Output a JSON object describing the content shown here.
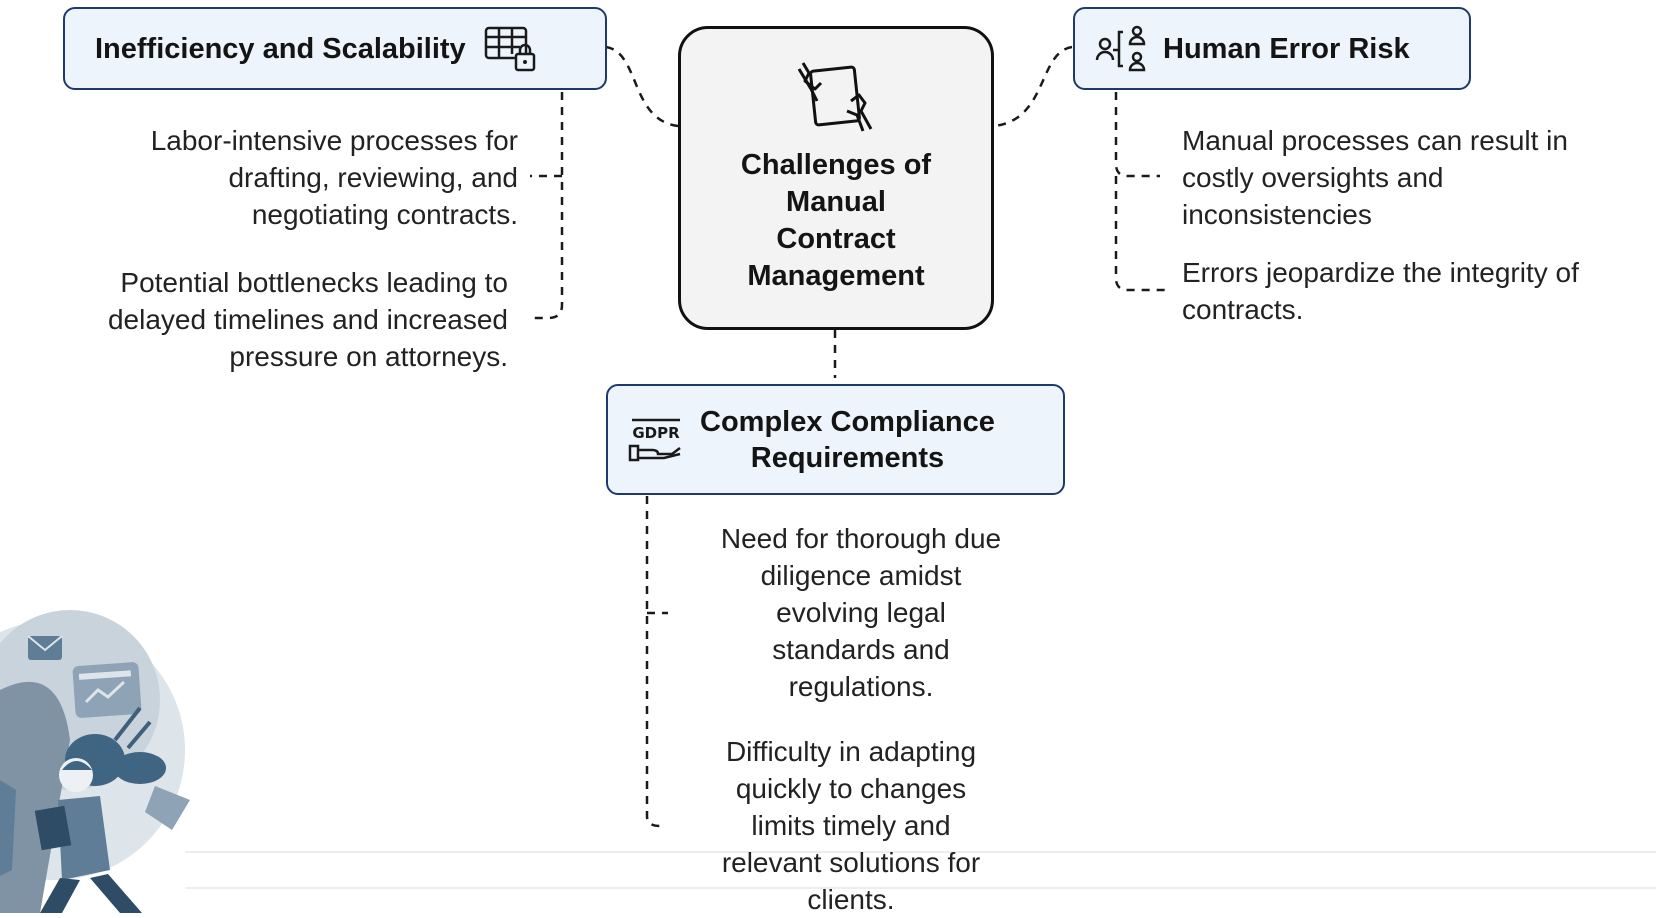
{
  "center": {
    "title": "Challenges of\nManual\nContract\nManagement",
    "icon": "hand-document-icon"
  },
  "branches": {
    "inefficiency": {
      "title": "Inefficiency and Scalability",
      "icon": "table-lock-icon",
      "points": [
        "Labor-intensive processes for\ndrafting, reviewing, and\nnegotiating contracts.",
        "Potential bottlenecks leading to\ndelayed timelines and increased\npressure on attorneys."
      ]
    },
    "human_error": {
      "title": "Human Error Risk",
      "icon": "user-network-icon",
      "points": [
        "Manual processes can result in\ncostly oversights and\ninconsistencies",
        "Errors jeopardize the integrity of\ncontracts."
      ]
    },
    "compliance": {
      "title": "Complex Compliance\nRequirements",
      "icon": "gdpr-hand-icon",
      "icon_text": "GDPR",
      "points": [
        "Need for thorough due\ndiligence amidst\nevolving legal\nstandards and\nregulations.",
        "Difficulty in adapting\nquickly to changes\nlimits timely and\nrelevant solutions for\nclients."
      ]
    }
  },
  "illustration": {
    "icon": "woman-with-documents-illustration"
  }
}
